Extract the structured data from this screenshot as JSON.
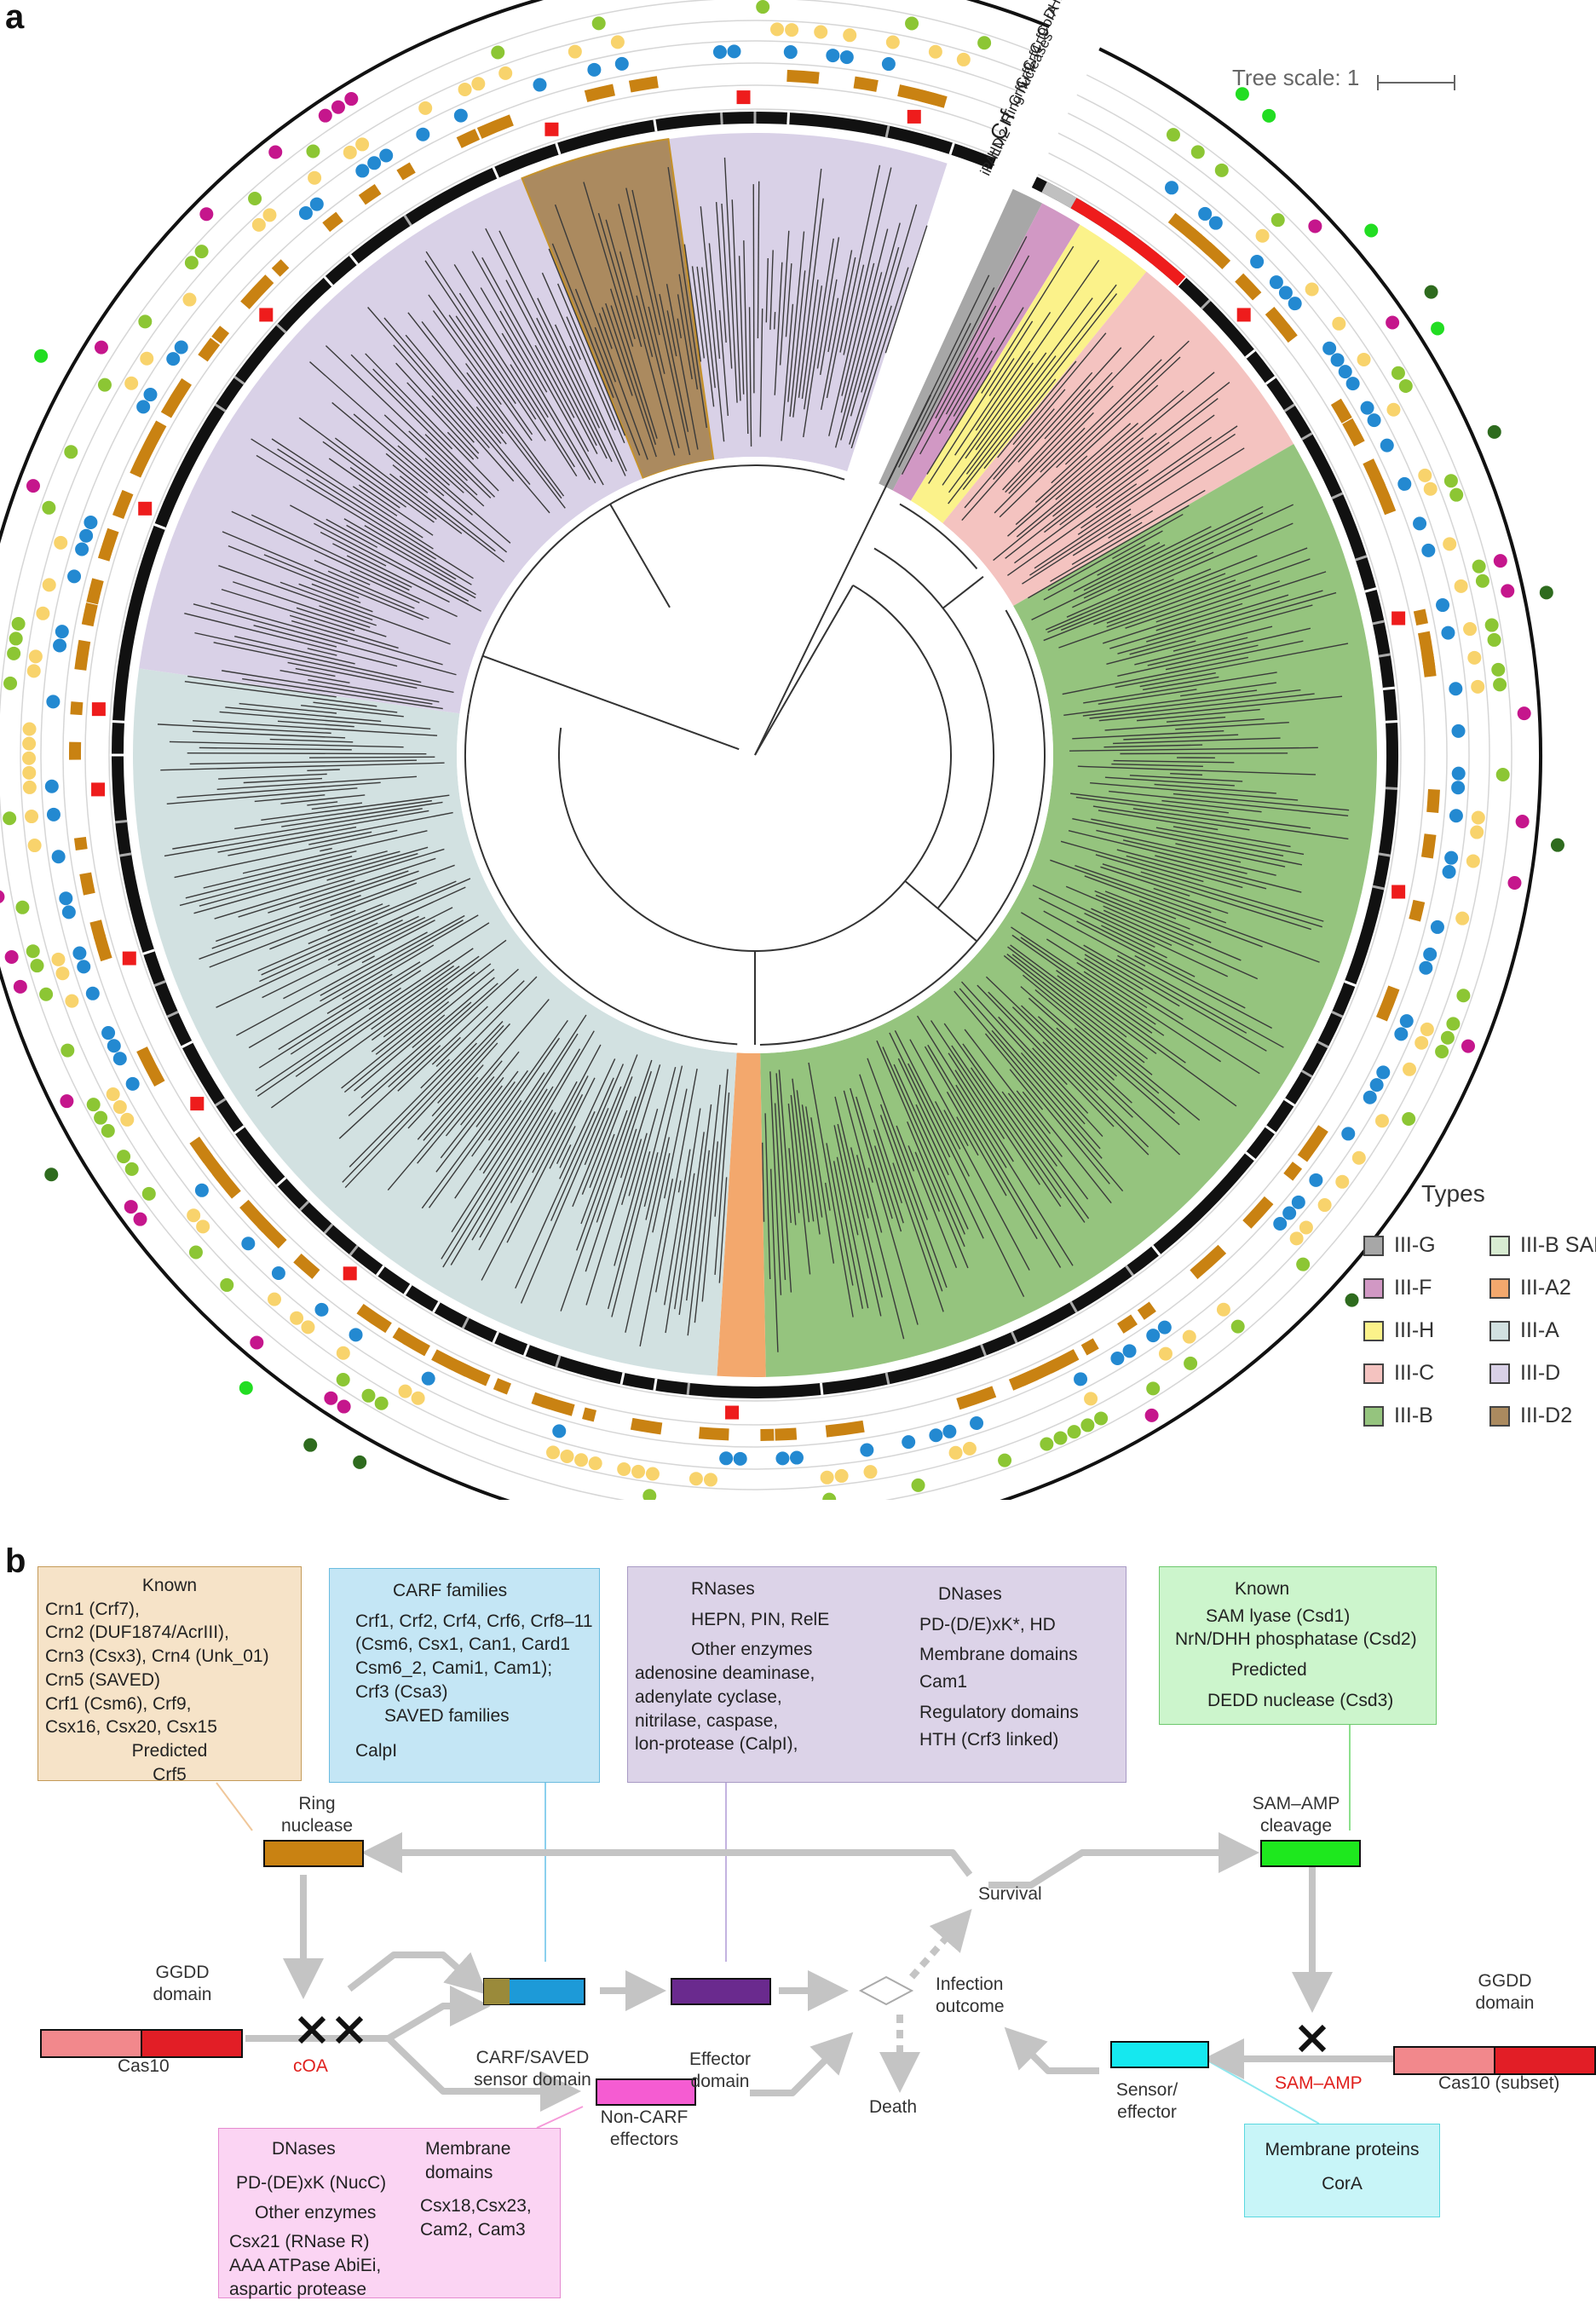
{
  "panels": {
    "a": "a",
    "b": "b"
  },
  "tree": {
    "scale_label": "Tree scale: 1",
    "ring_labels": [
      "DHH, DEHH or SAM lyase",
      "CorA",
      "Crf9",
      "Crf4",
      "Crf2",
      "Crf1",
      "Ring nucleases",
      "Crf",
      "HD",
      "iPALM2"
    ],
    "clades": [
      {
        "type": "III-G",
        "color": "#a7a7a7",
        "start": 294.5,
        "end": 297.5
      },
      {
        "type": "III-F",
        "color": "#d198c4",
        "start": 297.5,
        "end": 301.5
      },
      {
        "type": "III-H",
        "color": "#fbf28a",
        "start": 301.5,
        "end": 309.0
      },
      {
        "type": "III-C",
        "color": "#f4c3c0",
        "start": 309.0,
        "end": 330.0
      },
      {
        "type": "III-B SAM",
        "color": "#d8ecd2",
        "start": 345.0,
        "end": 353.0
      },
      {
        "type": "III-B",
        "color": "#95c47e",
        "start": 330.0,
        "end": 449.0
      },
      {
        "type": "III-A2",
        "color": "#f3a86d",
        "start": 449.0,
        "end": 453.5
      },
      {
        "type": "III-A",
        "color": "#d2e1e1",
        "start": 453.5,
        "end": 548.0
      },
      {
        "type": "III-D",
        "color": "#d9d1e7",
        "start": 548.0,
        "end": 648.0
      },
      {
        "type": "III-D2",
        "color": "#ab8a5f",
        "start": 608.0,
        "end": 622.0
      }
    ]
  },
  "legend": {
    "title": "Types",
    "items": [
      {
        "label": "III-G",
        "color": "#a7a7a7"
      },
      {
        "label": "III-F",
        "color": "#d198c4"
      },
      {
        "label": "III-H",
        "color": "#fbf28a"
      },
      {
        "label": "III-C",
        "color": "#f4c3c0"
      },
      {
        "label": "III-B",
        "color": "#95c47e"
      },
      {
        "label": "III-B SAM",
        "color": "#d8ecd2"
      },
      {
        "label": "III-A2",
        "color": "#f3a86d"
      },
      {
        "label": "III-A",
        "color": "#d2e1e1"
      },
      {
        "label": "III-D",
        "color": "#d9d1e7"
      },
      {
        "label": "III-D2",
        "color": "#ab8a5f"
      }
    ]
  },
  "diagram": {
    "box_known": {
      "lines": [
        "Known",
        "Crn1 (Crf7),",
        "Crn2 (DUF1874/AcrIII),",
        "Crn3 (Csx3), Crn4 (Unk_01)",
        "Crn5 (SAVED)",
        "Crf1 (Csm6), Crf9,",
        "Csx16, Csx20, Csx15",
        "Predicted",
        "Crf5"
      ],
      "color": "#f6e3c8"
    },
    "box_carf": {
      "lines": [
        "CARF families",
        "Crf1, Crf2, Crf4, Crf6, Crf8–11",
        "(Csm6, Csx1, Can1, Card1",
        "Csm6_2, Cami1, Cam1);",
        "Crf3 (Csa3)",
        "SAVED families",
        "CalpI"
      ],
      "color": "#c4e6f5"
    },
    "box_effectors": {
      "left": [
        "RNases",
        "HEPN, PIN, RelE",
        "Other enzymes",
        "adenosine deaminase,",
        "adenylate cyclase,",
        "nitrilase, caspase,",
        "lon-protease (CalpI),"
      ],
      "right": [
        "DNases",
        "PD-(D/E)xK*, HD",
        "Membrane domains",
        "Cam1",
        "Regulatory domains",
        "HTH (Crf3 linked)"
      ],
      "color": "#dcd3e8"
    },
    "box_sam": {
      "lines": [
        "Known",
        "SAM lyase (Csd1)",
        "NrN/DHH phosphatase (Csd2)",
        "Predicted",
        "DEDD nuclease (Csd3)"
      ],
      "color": "#ccf5cc"
    },
    "box_noncarf": {
      "left": [
        "DNases",
        "PD-(DE)xK (NucC)",
        "Other enzymes",
        "Csx21 (RNase R)",
        "AAA ATPase AbiEi,",
        "aspartic protease"
      ],
      "right": [
        "Membrane",
        "domains",
        "Csx18,Csx23,",
        "Cam2, Cam3"
      ],
      "color": "#fbd4f3"
    },
    "box_membrane": {
      "lines": [
        "Membrane proteins",
        "CorA"
      ],
      "color": "#c8f5f8"
    },
    "labels": {
      "ring_nuclease": [
        "Ring",
        "nuclease"
      ],
      "sam_amp_cleavage": [
        "SAM–AMP",
        "cleavage"
      ],
      "ggdd_left": [
        "GGDD",
        "domain"
      ],
      "ggdd_right": [
        "GGDD",
        "domain"
      ],
      "cas10": "Cas10",
      "cas10_subset": "Cas10 (subset)",
      "coa": "cOA",
      "sam_amp": "SAM–AMP",
      "carf_saved": [
        "CARF/SAVED",
        "sensor domain"
      ],
      "effector": [
        "Effector",
        "domain"
      ],
      "noncarf": [
        "Non-CARF",
        "effectors"
      ],
      "sensor_effector": [
        "Sensor/",
        "effector"
      ],
      "infection": [
        "Infection",
        "outcome"
      ],
      "survival": "Survival",
      "death": "Death"
    },
    "colors": {
      "ring_nuclease": "#c98212",
      "sam_cleavage": "#1ee81e",
      "cas10_light": "#f2888c",
      "cas10_dark": "#e21e26",
      "carf": "#1d9ad8",
      "effector": "#6a2a8e",
      "noncarf": "#f55cd2",
      "sensor": "#15e8ef",
      "arrow": "#c4c4c4",
      "red_text": "#e0201d"
    }
  }
}
